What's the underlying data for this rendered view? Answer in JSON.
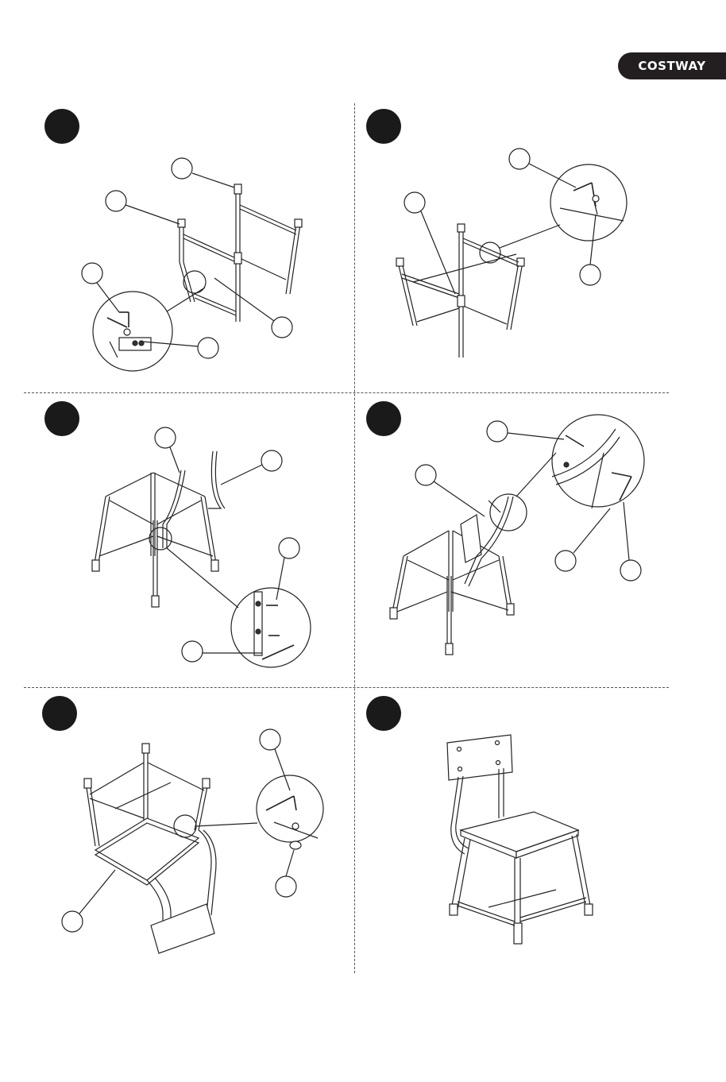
{
  "brand": {
    "name": "COSTWAY",
    "color": "#231f20"
  },
  "steps": [
    {
      "id": 1,
      "icon": "step-number-badge"
    },
    {
      "id": 2,
      "icon": "step-number-badge"
    },
    {
      "id": 3,
      "icon": "step-number-badge"
    },
    {
      "id": 4,
      "icon": "step-number-badge"
    },
    {
      "id": 5,
      "icon": "step-number-badge"
    },
    {
      "id": 6,
      "icon": "step-number-badge"
    }
  ]
}
